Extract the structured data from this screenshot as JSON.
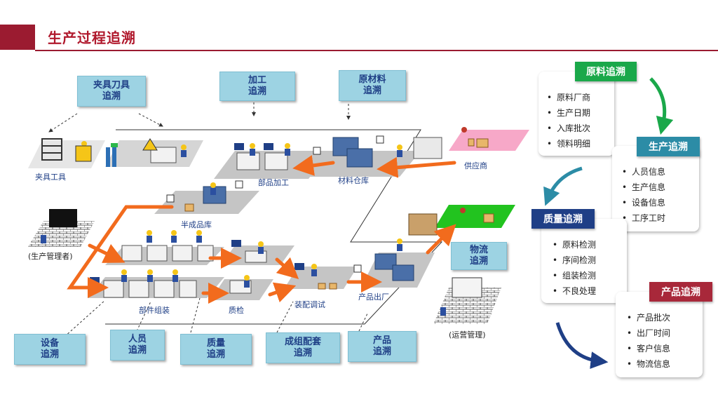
{
  "header": {
    "title": "生产过程追溯"
  },
  "trace_boxes": {
    "fixture": [
      "夹具刀具",
      "追溯"
    ],
    "machining": [
      "加工",
      "追溯"
    ],
    "material": [
      "原材料",
      "追溯"
    ],
    "logistics": [
      "物流",
      "追溯"
    ],
    "equipment": [
      "设备",
      "追溯"
    ],
    "personnel": [
      "人员",
      "追溯"
    ],
    "quality": [
      "质量",
      "追溯"
    ],
    "kitting": [
      "成组配套",
      "追溯"
    ],
    "product": [
      "产品",
      "追溯"
    ]
  },
  "stations": {
    "fixture_tools": "夹具工具",
    "parts_machining": "部品加工",
    "material_warehouse": "材料仓库",
    "supplier": "供应商",
    "semi_finished": "半成品库",
    "production_manager": "(生产管理者)",
    "parts_assembly": "部件组装",
    "qc": "质检",
    "assembly_debug": "装配调试",
    "product_shipping": "产品出厂",
    "operations_mgmt": "(运营管理)"
  },
  "cards": {
    "raw": {
      "title": "原料追溯",
      "items": [
        "原料厂商",
        "生产日期",
        "入库批次",
        "领料明细"
      ],
      "color": "#1aa84a"
    },
    "prod": {
      "title": "生产追溯",
      "items": [
        "人员信息",
        "生产信息",
        "设备信息",
        "工序工时"
      ],
      "color": "#2c8ca6"
    },
    "qual": {
      "title": "质量追溯",
      "items": [
        "原料检测",
        "序间检测",
        "组装检测",
        "不良处理"
      ],
      "color": "#1f3f86"
    },
    "product": {
      "title": "产品追溯",
      "items": [
        "产品批次",
        "出厂时间",
        "客户信息",
        "物流信息"
      ],
      "color": "#a8283a"
    }
  }
}
